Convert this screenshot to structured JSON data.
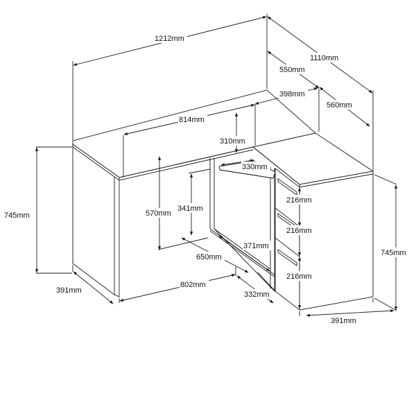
{
  "dimensions": {
    "total_width": "1212mm",
    "total_depth": "1110mm",
    "return_top_depth": "550mm",
    "return_top_inner": "398mm",
    "return_length": "560mm",
    "desk_opening_width": "814mm",
    "shelf_height_top": "310mm",
    "shelf_depth": "330mm",
    "height_left": "745mm",
    "opening_height": "570mm",
    "shelf_opening_height": "341mm",
    "shelf_width_bottom": "650mm",
    "shelf_inner_depth": "371mm",
    "base_width": "802mm",
    "base_depth": "332mm",
    "left_panel_depth": "391mm",
    "height_right": "745mm",
    "right_base_depth": "391mm",
    "drawer_1": "216mm",
    "drawer_2": "216mm",
    "drawer_3": "216mm"
  }
}
